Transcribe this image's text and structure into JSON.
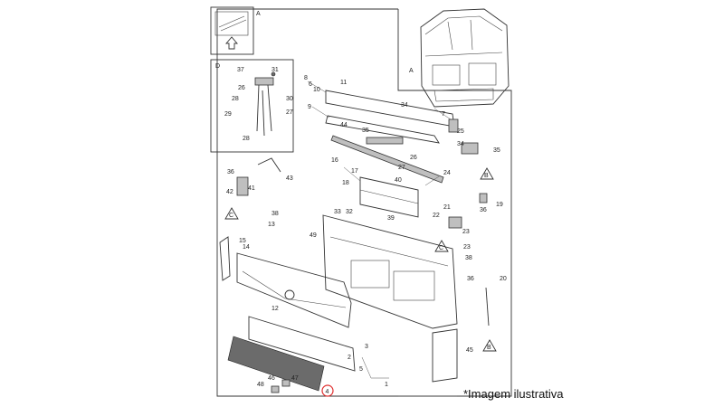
{
  "sections": {
    "a": "A",
    "d": "D"
  },
  "caption": "*Imagem ilustrativa",
  "callouts": {
    "p1": "1",
    "p2": "2",
    "p3": "3",
    "p4": "4",
    "p5": "5",
    "p6": "6",
    "p7": "7",
    "p8": "8",
    "p9": "9",
    "p10": "10",
    "p11": "11",
    "p12": "12",
    "p13": "13",
    "p14": "14",
    "p15": "15",
    "p16": "16",
    "p17": "17",
    "p18": "18",
    "p19": "19",
    "p20": "20",
    "p21": "21",
    "p22": "22",
    "p23": "23",
    "p24": "24",
    "p25": "25",
    "p26": "26",
    "p27": "27",
    "p28": "28",
    "p29": "29",
    "p30": "30",
    "p31": "31",
    "p32": "32",
    "p33": "33",
    "p34": "34",
    "p35": "35",
    "p36": "36",
    "p37": "37",
    "p38": "38",
    "p39": "39",
    "p40": "40",
    "p41": "41",
    "p42": "42",
    "p43": "43",
    "p44": "44",
    "p45": "45",
    "p46": "46",
    "p47": "47",
    "p48": "48",
    "p49": "49",
    "view_a": "A",
    "view_b": "B",
    "view_c": "C"
  },
  "colors": {
    "highlight": "#e03030",
    "line": "#333333"
  }
}
